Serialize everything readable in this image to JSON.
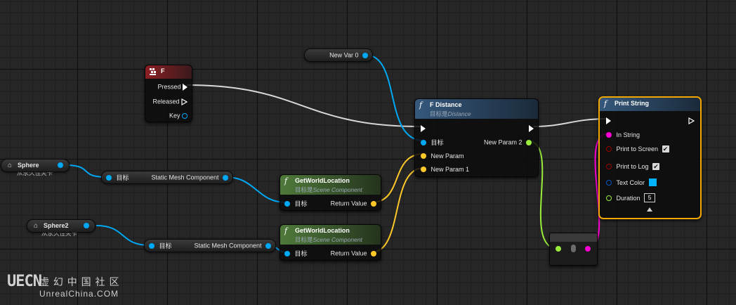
{
  "colors": {
    "exec": "#ffffff",
    "object": "#00a8f4",
    "vector": "#fdc828",
    "float": "#9bed3c",
    "string": "#ff00d4",
    "bool": "#980000",
    "linear_color": "#0058c8",
    "key_event_header": "#7a1b1f",
    "function_header": "#2c4a68",
    "pure_function_header": "#3f5e2e",
    "selected_outline": "#f2a800",
    "text_color_value": "#00b4ff"
  },
  "nodes": {
    "key_f": {
      "icon": "keyboard-icon",
      "title": "F",
      "pressed": "Pressed",
      "released": "Released",
      "key": "Key"
    },
    "new_var_0": {
      "label": "New Var 0"
    },
    "sphere": {
      "title": "Sphere",
      "subtitle": "从永久性关卡"
    },
    "sphere2": {
      "title": "Sphere2",
      "subtitle": "从永久性关卡"
    },
    "static_mesh_1": {
      "target": "目标",
      "output": "Static Mesh Component"
    },
    "static_mesh_2": {
      "target": "目标",
      "output": "Static Mesh Component"
    },
    "get_world_location_1": {
      "icon": "function-icon",
      "title": "GetWorldLocation",
      "subtitle_prefix": "目标是",
      "subtitle_target": "Scene Component",
      "target": "目标",
      "return_value": "Return Value"
    },
    "get_world_location_2": {
      "icon": "function-icon",
      "title": "GetWorldLocation",
      "subtitle_prefix": "目标是",
      "subtitle_target": "Scene Component",
      "target": "目标",
      "return_value": "Return Value"
    },
    "f_distance": {
      "icon": "function-icon",
      "title": "F Distance",
      "subtitle_prefix": "目标是",
      "subtitle_target": "Distance",
      "target": "目标",
      "param_a": "New Param",
      "param_b": "New Param 1",
      "output": "New Param 2"
    },
    "print_string": {
      "icon": "function-icon",
      "title": "Print String",
      "in_string": "In String",
      "print_to_screen": "Print to Screen",
      "print_to_screen_checked": true,
      "print_to_log": "Print to Log",
      "print_to_log_checked": true,
      "text_color": "Text Color",
      "duration": "Duration",
      "duration_value": "5"
    },
    "conversion": {
      "icon": "conversion-icon"
    }
  },
  "watermark": {
    "logo": "UECN",
    "site_cn": "虚 幻 中 国 社 区",
    "site_en": "UnrealChina.COM"
  }
}
